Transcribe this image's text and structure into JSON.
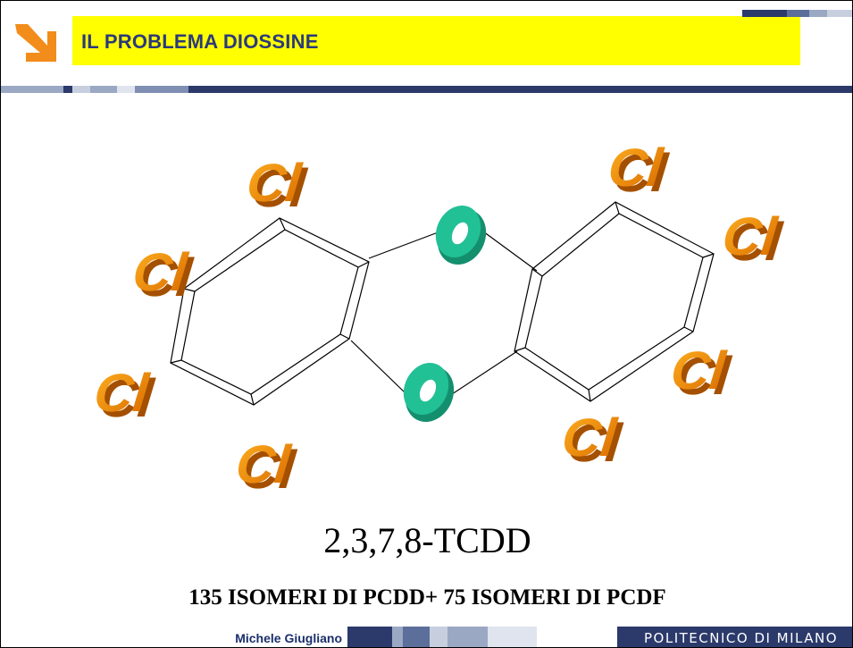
{
  "slide": {
    "title": "IL PROBLEMA DIOSSINE",
    "molecule_name": "2,3,7,8-TCDD",
    "isomer_note": "135 ISOMERI DI PCDD+ 75 ISOMERI DI PCDF"
  },
  "diagram": {
    "chlorine_label": "Cl",
    "chlorine_color": "#f08c00",
    "oxygen_color": "#20b890"
  },
  "footer": {
    "author": "Michele Giugliano",
    "institution": "POLITECNICO DI MILANO"
  },
  "colors": {
    "title_bar": "#ffff00",
    "title_text": "#2b3a7a",
    "logo_arrow": "#f28c1a",
    "footer_band": "#2b3a6b"
  }
}
